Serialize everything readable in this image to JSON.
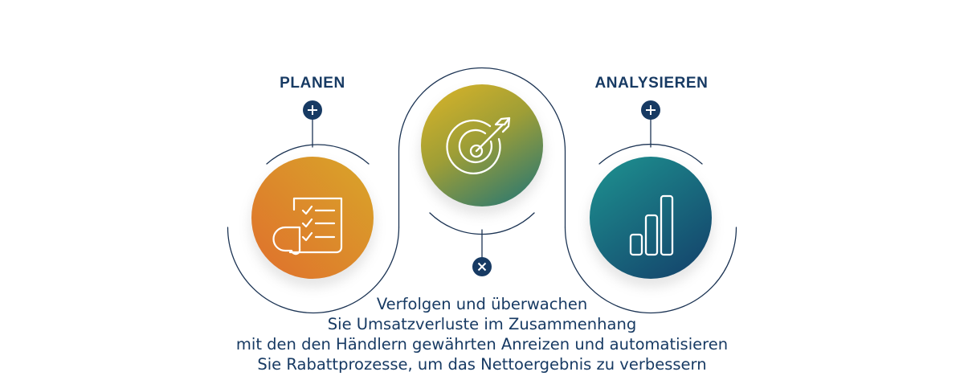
{
  "steps": [
    {
      "title": "PLANEN",
      "icon": "checklist-icon",
      "connector": "plus-icon",
      "gradient": [
        "#e06f2c",
        "#d8a62a"
      ]
    },
    {
      "title": "",
      "icon": "target-icon",
      "connector": "close-icon",
      "gradient": [
        "#d2b12a",
        "#2f7a6f"
      ]
    },
    {
      "title": "ANALYSIEREN",
      "icon": "bar-chart-icon",
      "connector": "plus-icon",
      "gradient": [
        "#1d8e8e",
        "#14446c"
      ]
    }
  ],
  "description": [
    "Verfolgen und überwachen",
    "Sie Umsatzverluste im Zusammenhang",
    "mit den den Händlern gewährten Anreizen und automatisieren",
    "Sie Rabattprozesse, um das Nettoergebnis zu verbessern"
  ],
  "colors": {
    "navy": "#173a63",
    "line": "#1c3454"
  }
}
